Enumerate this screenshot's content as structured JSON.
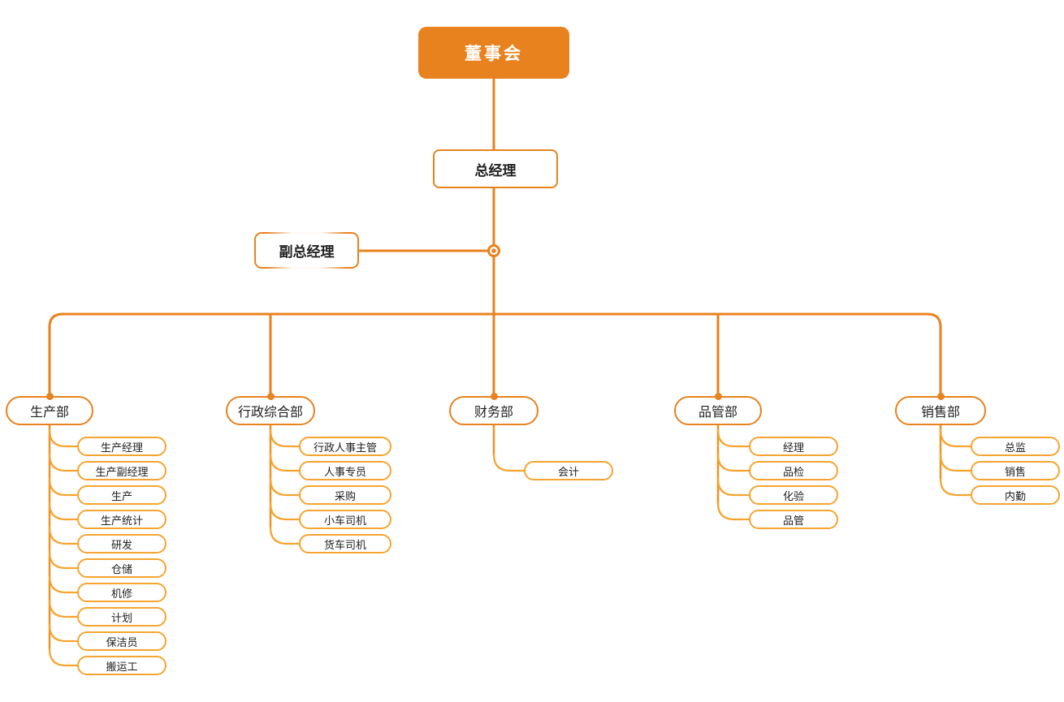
{
  "palette": {
    "primary": "#E8821E",
    "mid": "#EE9226",
    "light": "#F6A42F",
    "text": "#212121",
    "background": "#FFFFFF"
  },
  "nodes": {
    "root": {
      "label": "董事会"
    },
    "general_manager": {
      "label": "总经理"
    },
    "deputy_general_manager": {
      "label": "副总经理"
    },
    "departments": [
      {
        "label": "生产部",
        "children": [
          "生产经理",
          "生产副经理",
          "生产",
          "生产统计",
          "研发",
          "仓储",
          "机修",
          "计划",
          "保洁员",
          "搬运工"
        ]
      },
      {
        "label": "行政综合部",
        "children": [
          "行政人事主管",
          "人事专员",
          "采购",
          "小车司机",
          "货车司机"
        ]
      },
      {
        "label": "财务部",
        "children": [
          "会计"
        ]
      },
      {
        "label": "品管部",
        "children": [
          "经理",
          "品检",
          "化验",
          "品管"
        ]
      },
      {
        "label": "销售部",
        "children": [
          "总监",
          "销售",
          "内勤"
        ]
      }
    ]
  }
}
